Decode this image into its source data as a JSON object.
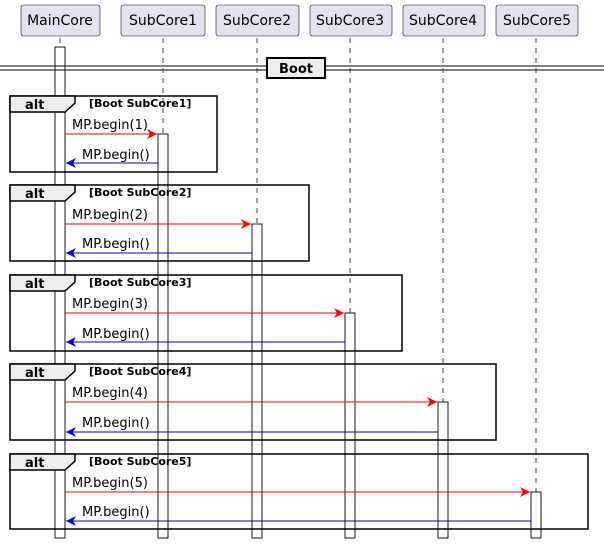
{
  "participants": [
    {
      "id": "MainCore",
      "label": "MainCore"
    },
    {
      "id": "SubCore1",
      "label": "SubCore1"
    },
    {
      "id": "SubCore2",
      "label": "SubCore2"
    },
    {
      "id": "SubCore3",
      "label": "SubCore3"
    },
    {
      "id": "SubCore4",
      "label": "SubCore4"
    },
    {
      "id": "SubCore5",
      "label": "SubCore5"
    }
  ],
  "divider": "Boot",
  "fragments": [
    {
      "keyword": "alt",
      "condition": "[Boot SubCore1]",
      "call": "MP.begin(1)",
      "reply": "MP.begin()"
    },
    {
      "keyword": "alt",
      "condition": "[Boot SubCore2]",
      "call": "MP.begin(2)",
      "reply": "MP.begin()"
    },
    {
      "keyword": "alt",
      "condition": "[Boot SubCore3]",
      "call": "MP.begin(3)",
      "reply": "MP.begin()"
    },
    {
      "keyword": "alt",
      "condition": "[Boot SubCore4]",
      "call": "MP.begin(4)",
      "reply": "MP.begin()"
    },
    {
      "keyword": "alt",
      "condition": "[Boot SubCore5]",
      "call": "MP.begin(5)",
      "reply": "MP.begin()"
    }
  ],
  "colors": {
    "participant_fill": "#E2E2F0",
    "participant_stroke": "#181818",
    "call_arrow": "#FF0000",
    "reply_arrow": "#0000CD",
    "lifeline": "#181818"
  }
}
